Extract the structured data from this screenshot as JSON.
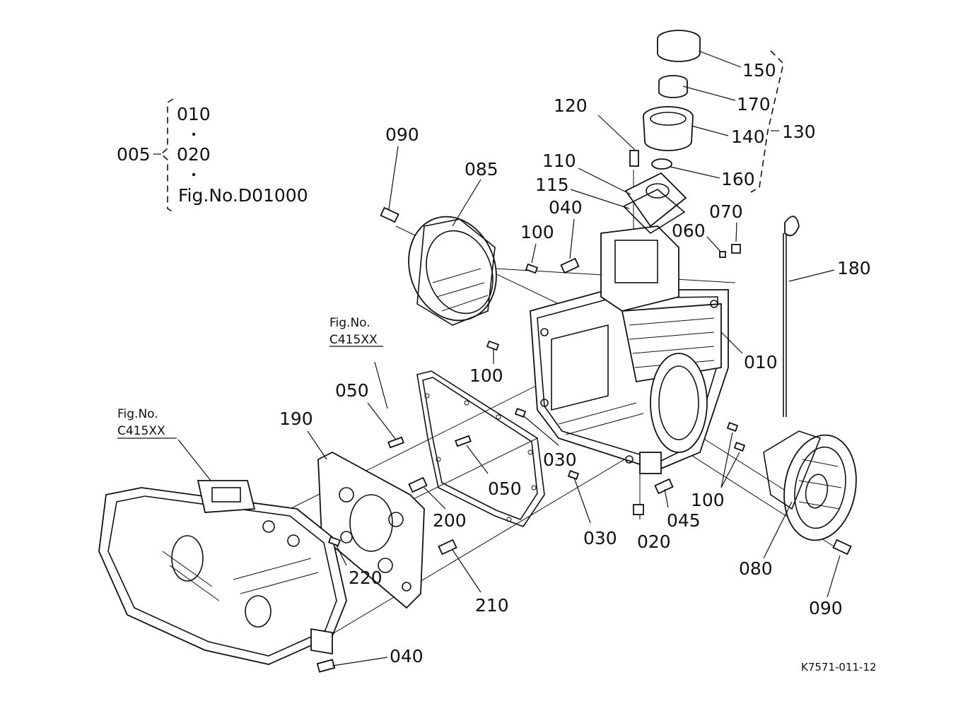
{
  "figure_code": "K7571-011-12",
  "group": {
    "id": "005",
    "items": [
      "010",
      "020",
      "Fig.No.D01000"
    ]
  },
  "callouts": {
    "p010": "010",
    "p020": "020",
    "p030a": "030",
    "p030b": "030",
    "p040a": "040",
    "p040b": "040",
    "p045": "045",
    "p050a": "050",
    "p050b": "050",
    "p060": "060",
    "p070": "070",
    "p080": "080",
    "p085": "085",
    "p090a": "090",
    "p090b": "090",
    "p100a": "100",
    "p100b": "100",
    "p100c": "100",
    "p110": "110",
    "p115": "115",
    "p120": "120",
    "p130": "130",
    "p140": "140",
    "p150": "150",
    "p160": "160",
    "p170": "170",
    "p180": "180",
    "p190": "190",
    "p200": "200",
    "p210": "210",
    "p220": "220"
  },
  "references": {
    "ref1_line1": "Fig.No.",
    "ref1_line2": "C415XX",
    "ref2_line1": "Fig.No.",
    "ref2_line2": "C415XX"
  },
  "icons": [
    "transmission-case-drawing",
    "gasket-drawing",
    "cover-plate-drawing",
    "dipstick-drawing",
    "breather-cap-drawing"
  ]
}
